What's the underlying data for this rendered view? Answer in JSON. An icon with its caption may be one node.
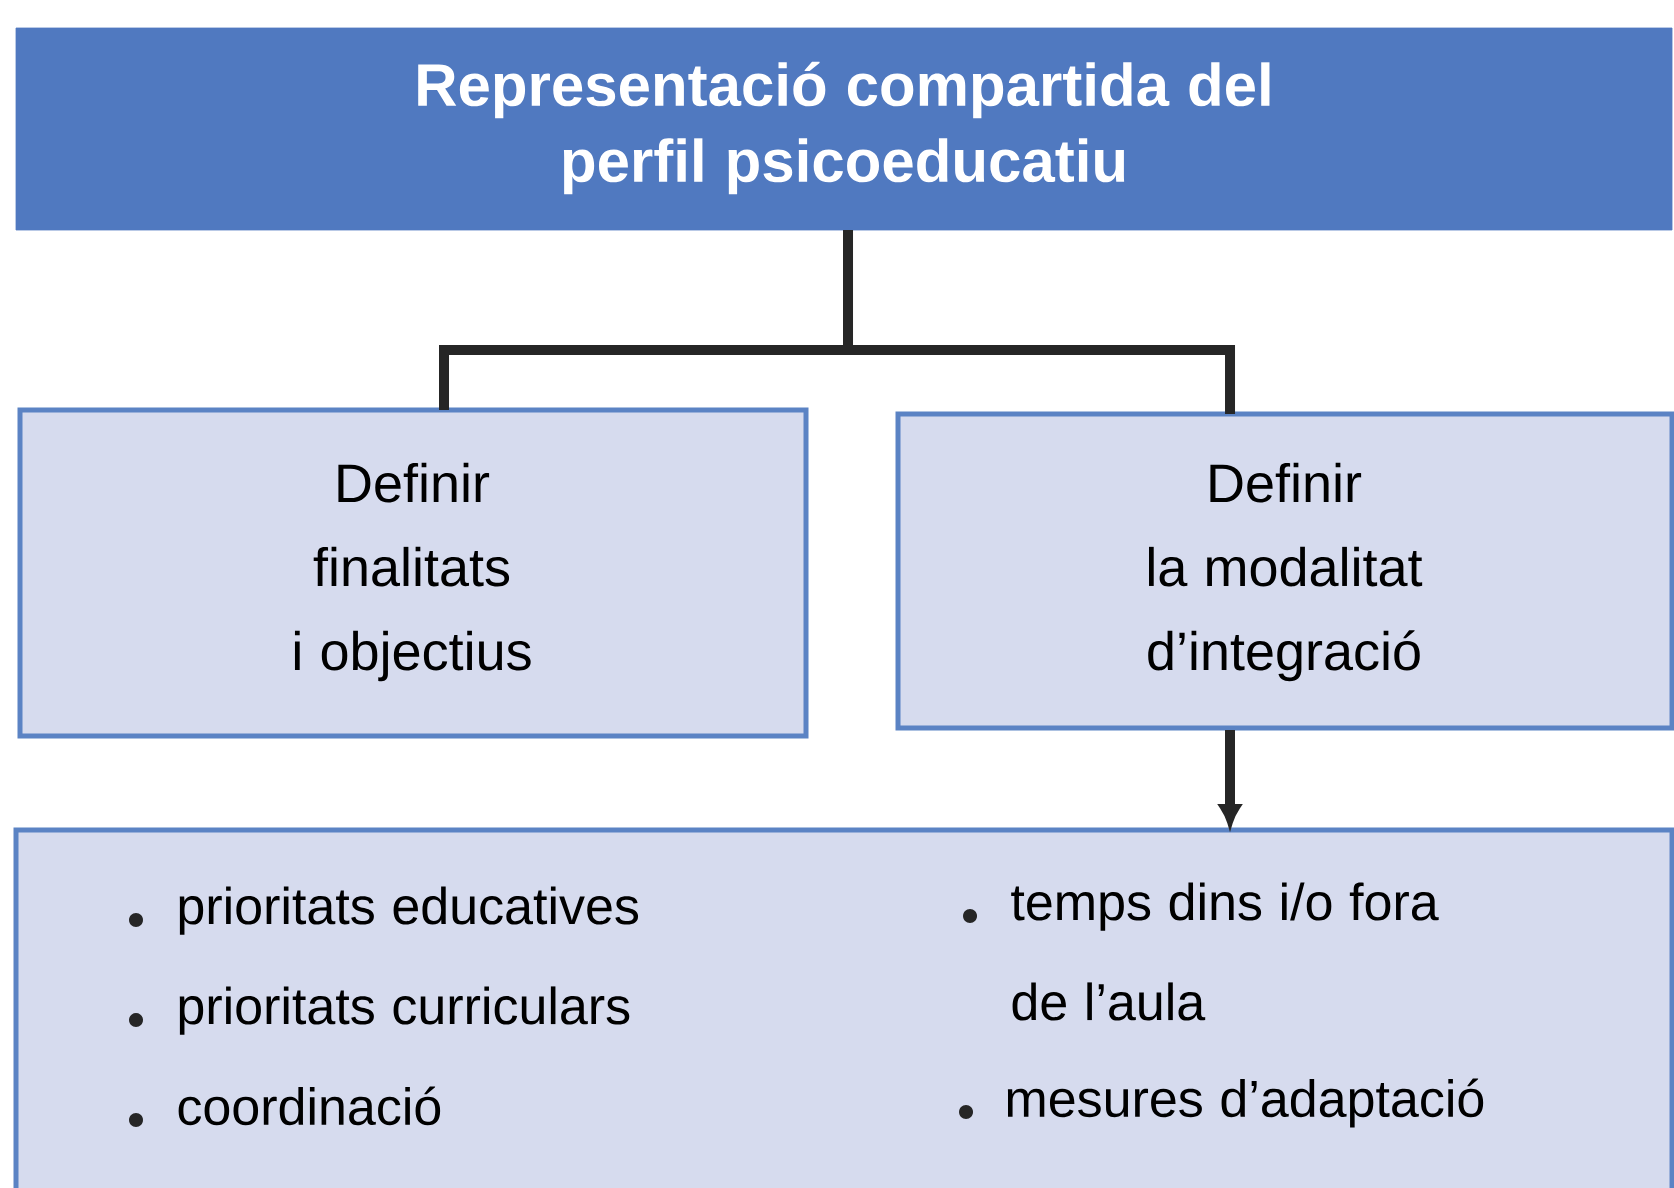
{
  "diagram": {
    "nodes": [
      {
        "text": [
          "Representació compartida del perfil psicoeducatiu"
        ]
      },
      {
        "text": [
          "Definir finalitats i objectius"
        ]
      },
      {
        "text": [
          "Definir la modalitat d’integració"
        ]
      },
      {
        "text": [
          "prioritats educatives",
          "prioritats curriculars",
          "coordinació",
          "temps dins i/o fora de l’aula",
          "mesures d’adaptació"
        ]
      }
    ],
    "edges": [
      {
        "from": 0,
        "to": 1,
        "arrow": "none"
      },
      {
        "from": 0,
        "to": 2,
        "arrow": "none"
      },
      {
        "from": 2,
        "to": 3,
        "arrow": "to"
      }
    ]
  }
}
